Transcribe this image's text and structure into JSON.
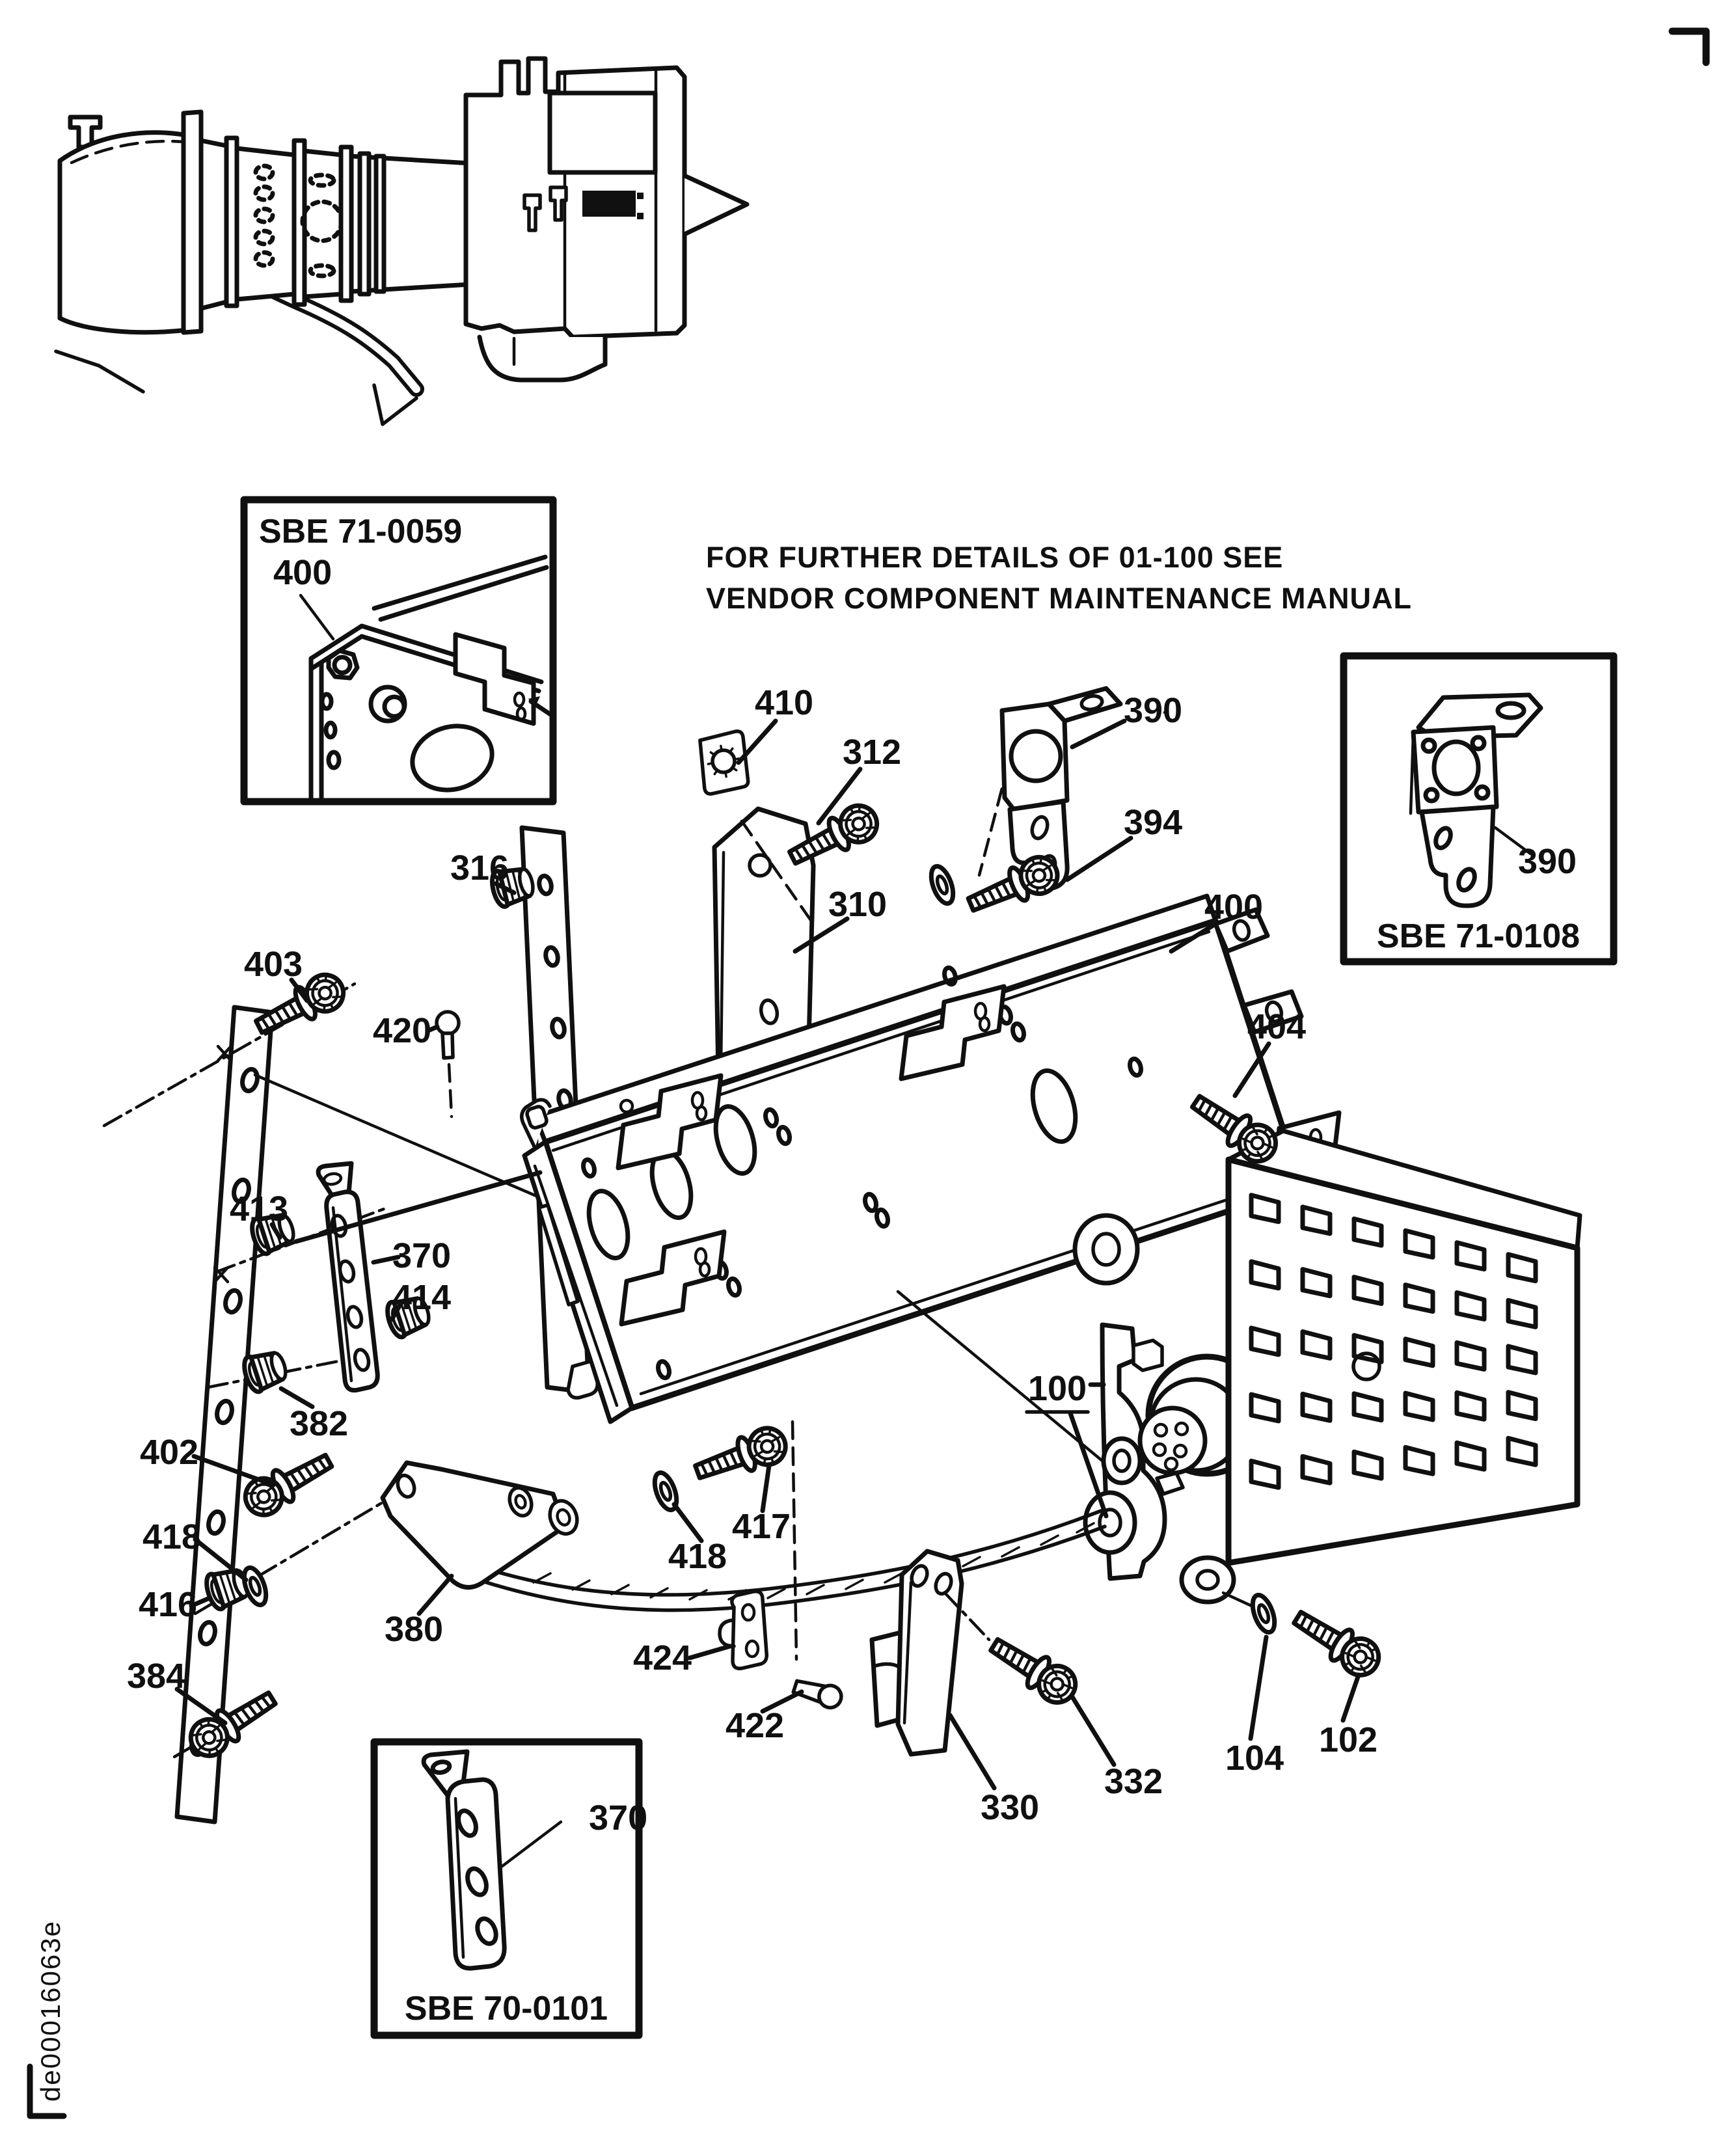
{
  "note": {
    "line1": "FOR FURTHER DETAILS OF 01-100 SEE",
    "line2": "VENDOR COMPONENT MAINTENANCE MANUAL"
  },
  "insets": {
    "sbe_71_0059": {
      "title": "SBE 71-0059",
      "callout": "400"
    },
    "sbe_71_0108": {
      "title": "SBE 71-0108",
      "callout": "390"
    },
    "sbe_70_0101": {
      "title": "SBE 70-0101",
      "callout": "370"
    }
  },
  "callouts": {
    "c410": "410",
    "c312": "312",
    "c390_main": "390",
    "c394": "394",
    "c316": "316",
    "c310": "310",
    "c400_main": "400",
    "c403": "403",
    "c420": "420",
    "c404": "404",
    "c413": "413",
    "c370_main": "370",
    "c414": "414",
    "c382": "382",
    "c402": "402",
    "c418_left": "418",
    "c416": "416",
    "c384": "384",
    "c380": "380",
    "c418_center": "418",
    "c417": "417",
    "c424": "424",
    "c422": "422",
    "c330": "330",
    "c332": "332",
    "c104": "104",
    "c102": "102",
    "c100": "100"
  },
  "footer": {
    "code": "de00016063e"
  }
}
